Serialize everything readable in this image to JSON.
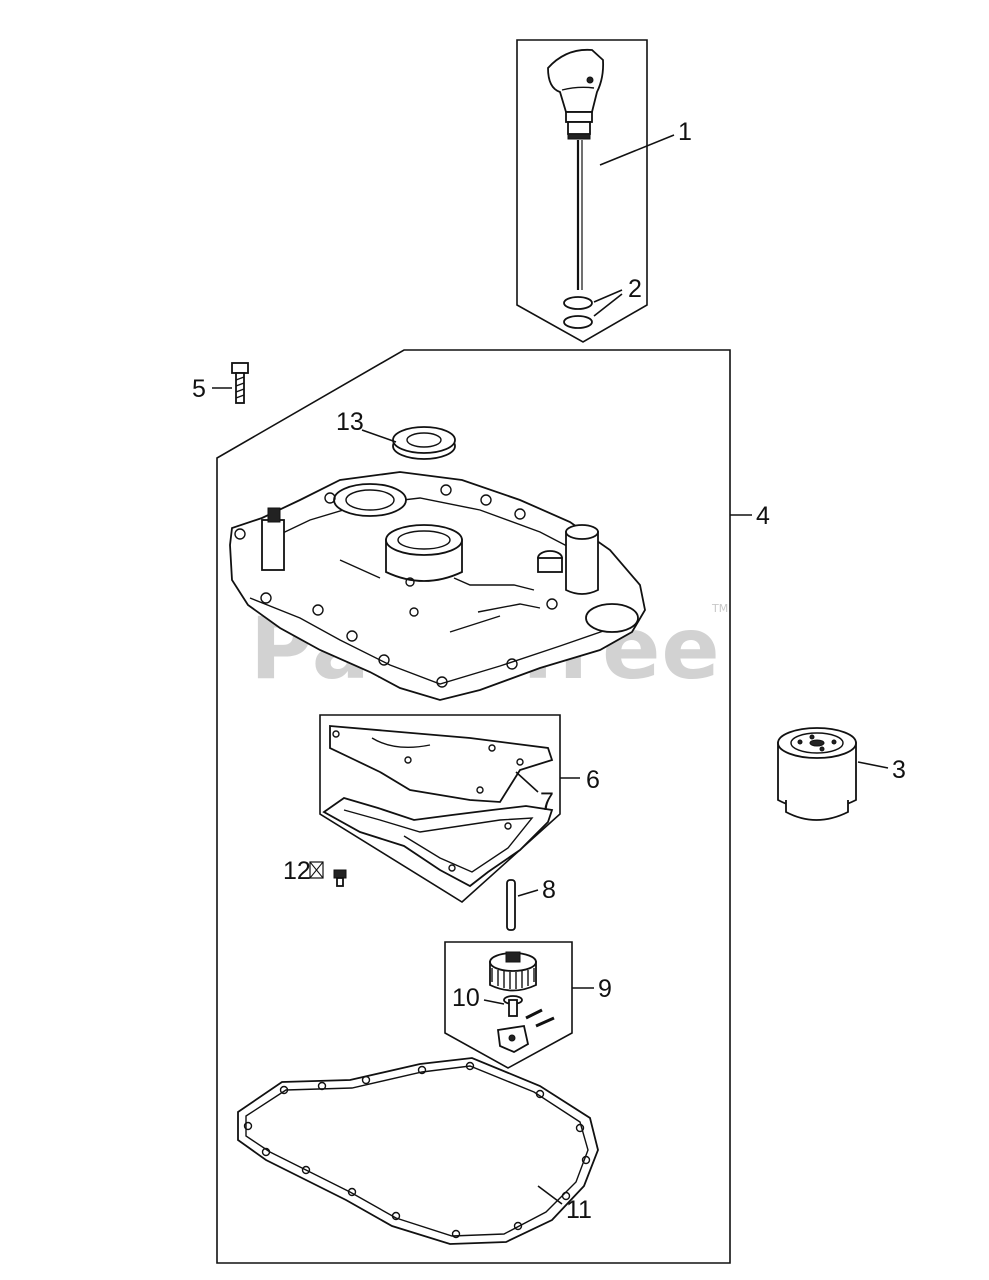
{
  "callouts": {
    "c1": "1",
    "c2": "2",
    "c3": "3",
    "c4": "4",
    "c5": "5",
    "c6": "6",
    "c7": "7",
    "c8": "8",
    "c9": "9",
    "c10": "10",
    "c11": "11",
    "c12": "12",
    "c13": "13"
  },
  "watermark": {
    "text": "PartsTree",
    "trademark": "TM"
  },
  "colors": {
    "line": "#111111",
    "watermark": "#d2d2d2",
    "background": "#ffffff"
  }
}
